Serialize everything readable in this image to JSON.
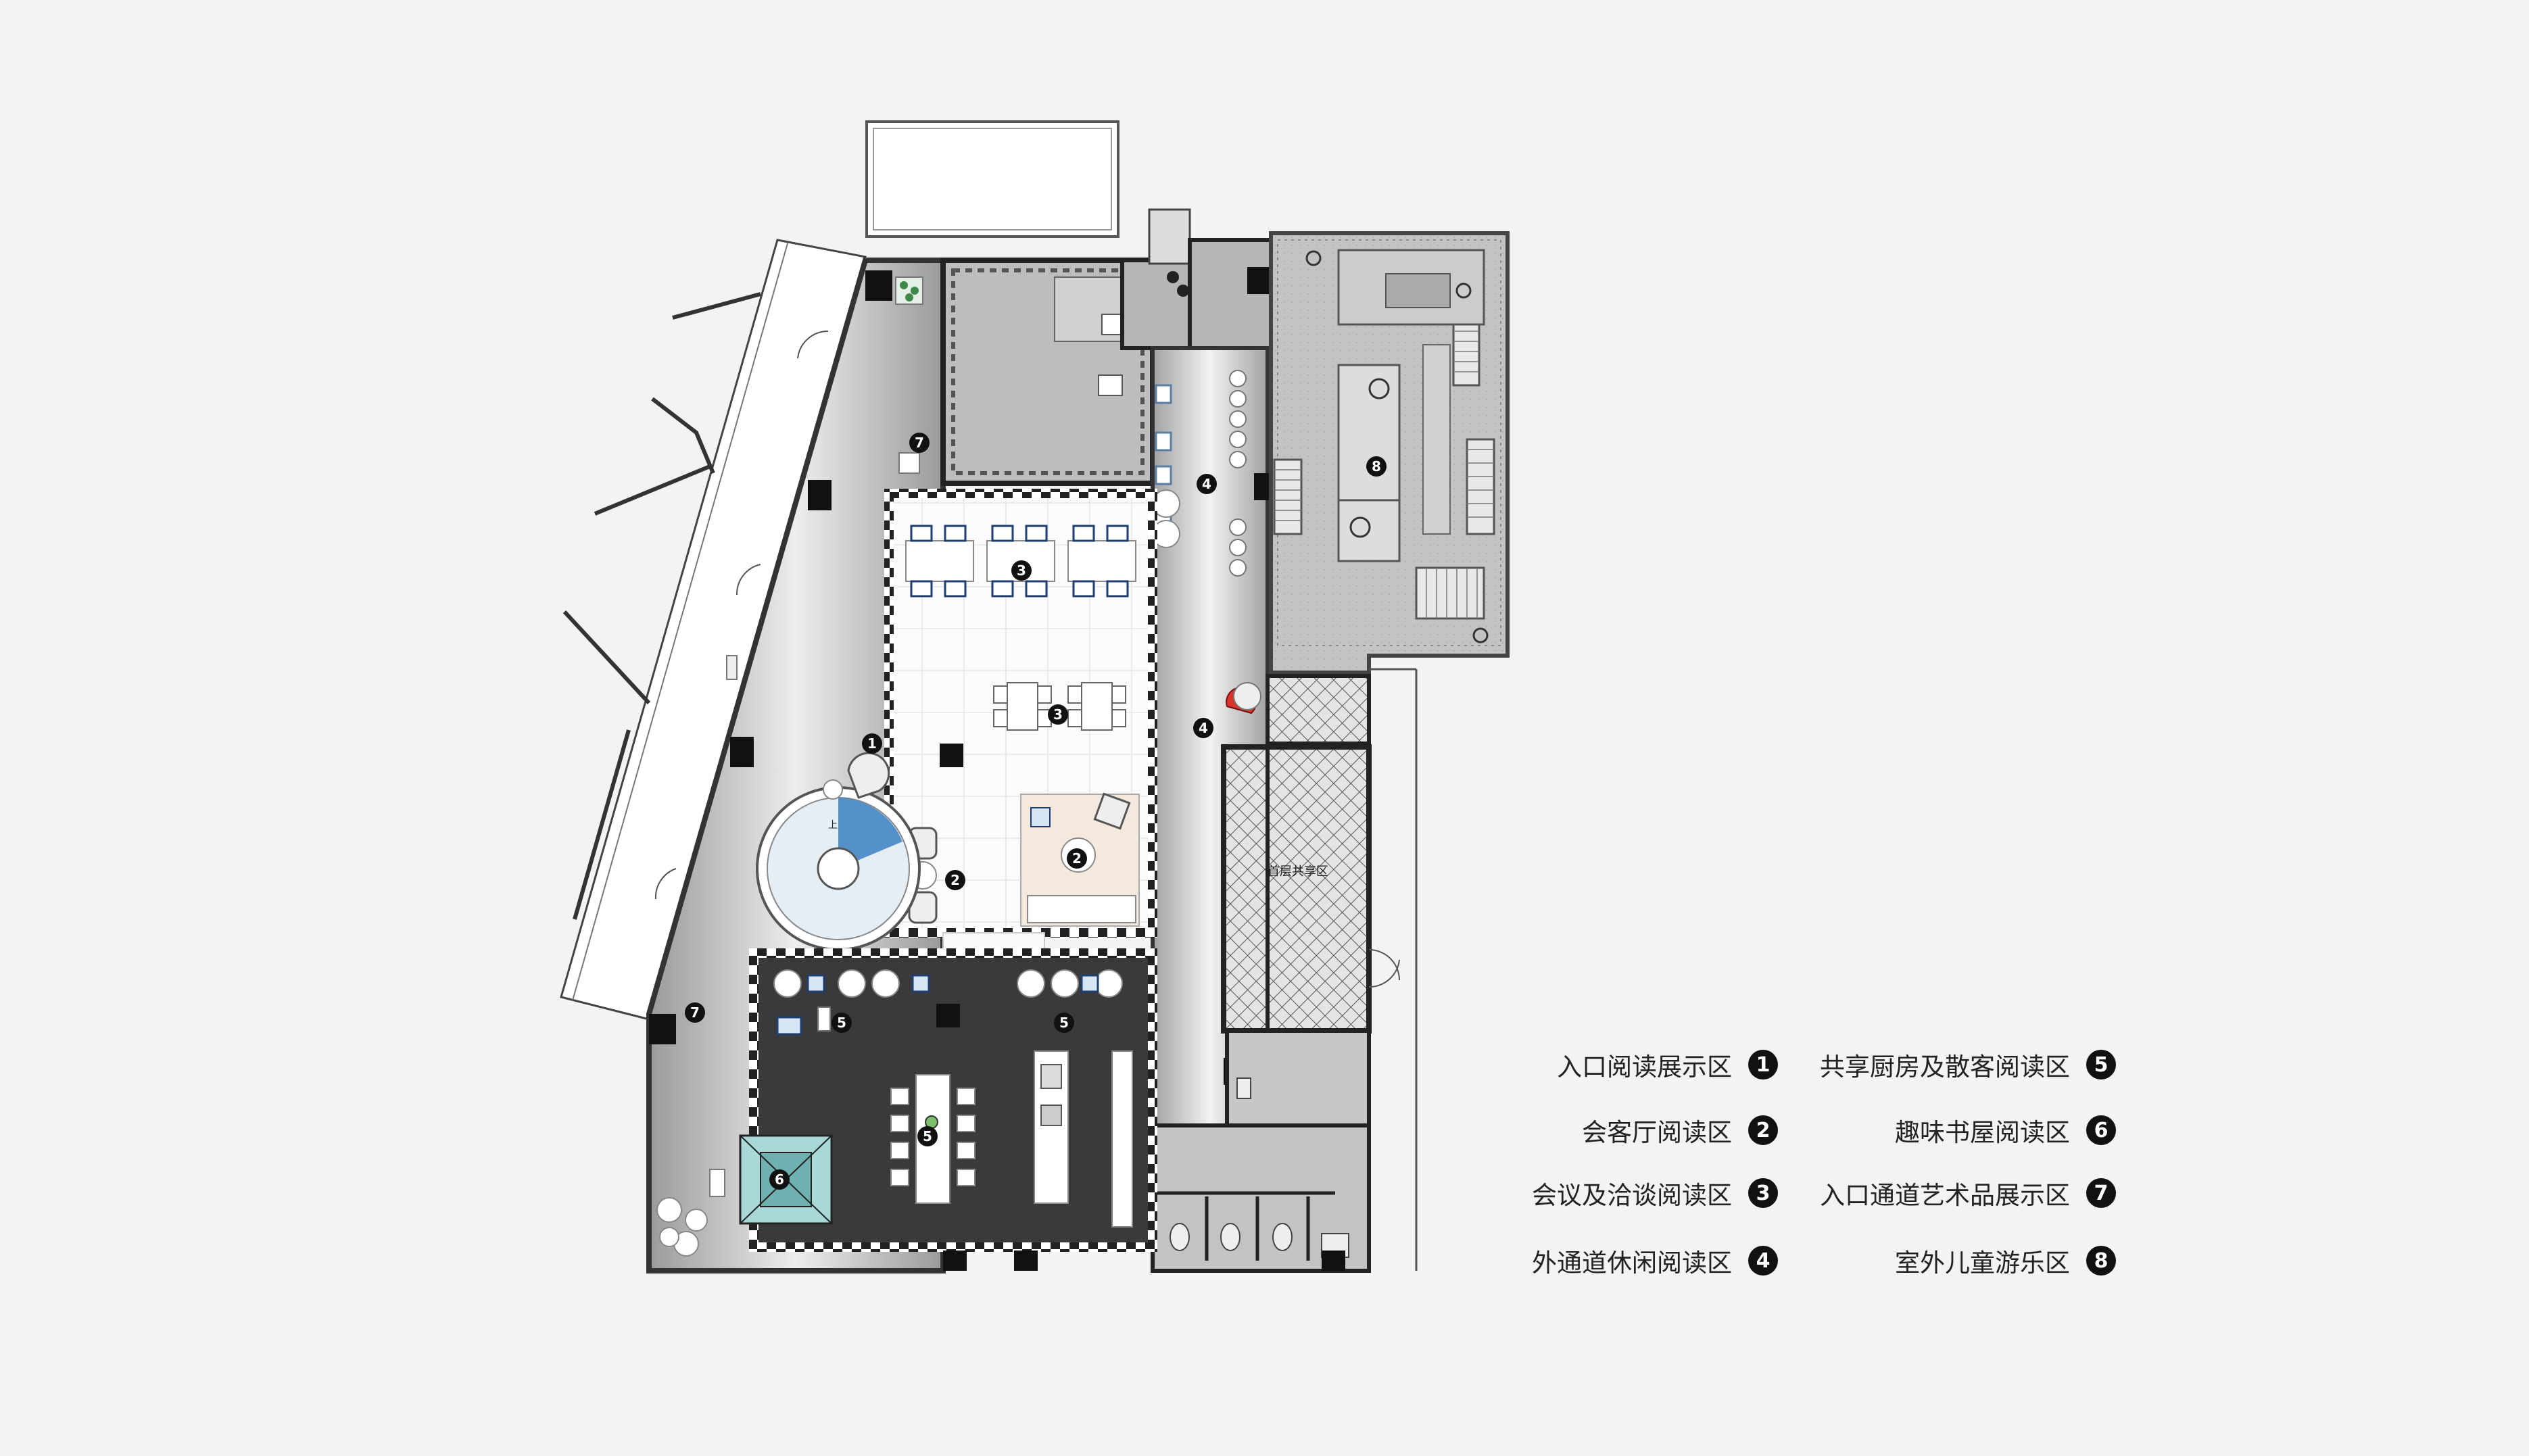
{
  "plan": {
    "zone_markers": [
      {
        "num": "1"
      },
      {
        "num": "2"
      },
      {
        "num": "2"
      },
      {
        "num": "3"
      },
      {
        "num": "3"
      },
      {
        "num": "4"
      },
      {
        "num": "4"
      },
      {
        "num": "5"
      },
      {
        "num": "5"
      },
      {
        "num": "5"
      },
      {
        "num": "6"
      },
      {
        "num": "7"
      },
      {
        "num": "7"
      },
      {
        "num": "8"
      }
    ],
    "void_label": "首层共享区",
    "stair_up_label": "上"
  },
  "legend": {
    "items": [
      {
        "label": "入口阅读展示区",
        "num": "1"
      },
      {
        "label": "会客厅阅读区",
        "num": "2"
      },
      {
        "label": "会议及洽谈阅读区",
        "num": "3"
      },
      {
        "label": "外通道休闲阅读区",
        "num": "4"
      },
      {
        "label": "共享厨房及散客阅读区",
        "num": "5"
      },
      {
        "label": "趣味书屋阅读区",
        "num": "6"
      },
      {
        "label": "入口通道艺术品展示区",
        "num": "7"
      },
      {
        "label": "室外儿童游乐区",
        "num": "8"
      }
    ]
  },
  "colors": {
    "background": "#f3f3f3",
    "corridor_gray": "#c8c8c8",
    "meeting_floor": "#fafafa",
    "kitchen_floor": "#3a3a3c",
    "outdoor_deck": "#bdbdbd",
    "marker": "#111111",
    "book_house_teal": "#a8d8d8",
    "stair_blue": "#3a7fc1"
  }
}
